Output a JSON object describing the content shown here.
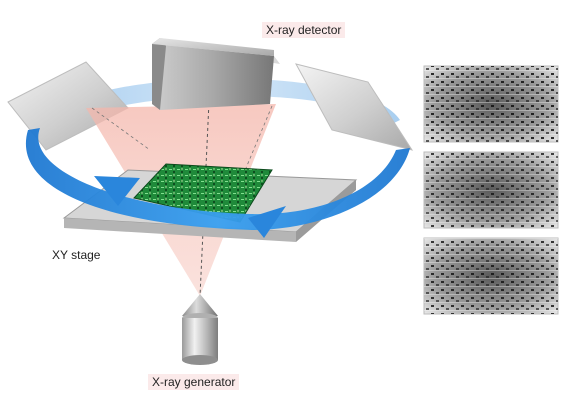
{
  "labels": {
    "detector": "X-ray detector",
    "stage": "XY stage",
    "generator": "X-ray generator"
  },
  "images": [
    {
      "id": "ct-view-1",
      "icon": "xray-scan-image"
    },
    {
      "id": "ct-view-2",
      "icon": "xray-scan-image"
    },
    {
      "id": "ct-view-3",
      "icon": "xray-scan-image"
    }
  ],
  "colors": {
    "beam": "#f4b6ab",
    "rotation_arrow": "#2e8fe0",
    "pcb": "#1f8a3a",
    "stage_top": "#d8d8d8",
    "label_bg": "#fbeaea"
  }
}
